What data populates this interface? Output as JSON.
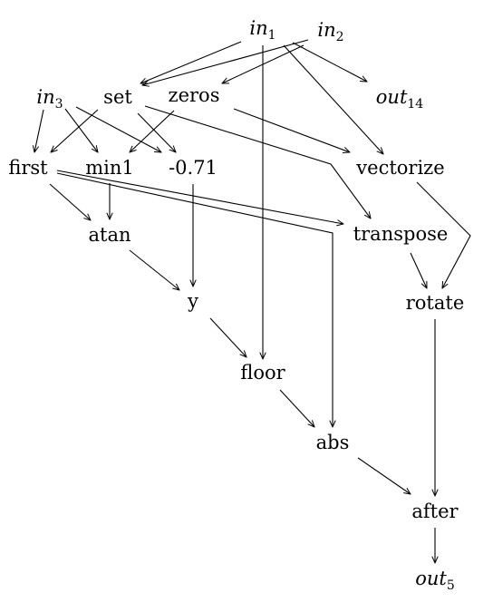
{
  "nodes": [
    {
      "id": "in1",
      "label": "in",
      "sub": "1",
      "italic": true
    },
    {
      "id": "in2",
      "label": "in",
      "sub": "2",
      "italic": true
    },
    {
      "id": "in3",
      "label": "in",
      "sub": "3",
      "italic": true
    },
    {
      "id": "set",
      "label": "set"
    },
    {
      "id": "zeros",
      "label": "zeros"
    },
    {
      "id": "out14",
      "label": "out",
      "sub": "14",
      "italic": true
    },
    {
      "id": "first",
      "label": "first"
    },
    {
      "id": "min1",
      "label": "min1"
    },
    {
      "id": "c071",
      "label": "-0.71"
    },
    {
      "id": "vectorize",
      "label": "vectorize"
    },
    {
      "id": "atan",
      "label": "atan"
    },
    {
      "id": "transpose",
      "label": "transpose"
    },
    {
      "id": "y",
      "label": "y"
    },
    {
      "id": "rotate",
      "label": "rotate"
    },
    {
      "id": "floor",
      "label": "floor"
    },
    {
      "id": "abs",
      "label": "abs"
    },
    {
      "id": "after",
      "label": "after"
    },
    {
      "id": "out5",
      "label": "out",
      "sub": "5",
      "italic": true
    }
  ],
  "edges": [
    {
      "from": "in1",
      "to": "set"
    },
    {
      "from": "in1",
      "to": "floor"
    },
    {
      "from": "in1",
      "to": "vectorize"
    },
    {
      "from": "in1",
      "to": "out14"
    },
    {
      "from": "in2",
      "to": "set"
    },
    {
      "from": "in2",
      "to": "zeros"
    },
    {
      "from": "in3",
      "to": "first"
    },
    {
      "from": "in3",
      "to": "min1"
    },
    {
      "from": "in3",
      "to": "c071"
    },
    {
      "from": "set",
      "to": "first"
    },
    {
      "from": "set",
      "to": "c071"
    },
    {
      "from": "set",
      "to": "transpose"
    },
    {
      "from": "zeros",
      "to": "min1"
    },
    {
      "from": "zeros",
      "to": "vectorize"
    },
    {
      "from": "first",
      "to": "atan"
    },
    {
      "from": "first",
      "to": "transpose"
    },
    {
      "from": "first",
      "to": "abs"
    },
    {
      "from": "min1",
      "to": "atan"
    },
    {
      "from": "c071",
      "to": "y"
    },
    {
      "from": "vectorize",
      "to": "rotate"
    },
    {
      "from": "transpose",
      "to": "rotate"
    },
    {
      "from": "atan",
      "to": "y"
    },
    {
      "from": "y",
      "to": "floor"
    },
    {
      "from": "floor",
      "to": "abs"
    },
    {
      "from": "abs",
      "to": "after"
    },
    {
      "from": "rotate",
      "to": "after"
    },
    {
      "from": "after",
      "to": "out5"
    }
  ]
}
